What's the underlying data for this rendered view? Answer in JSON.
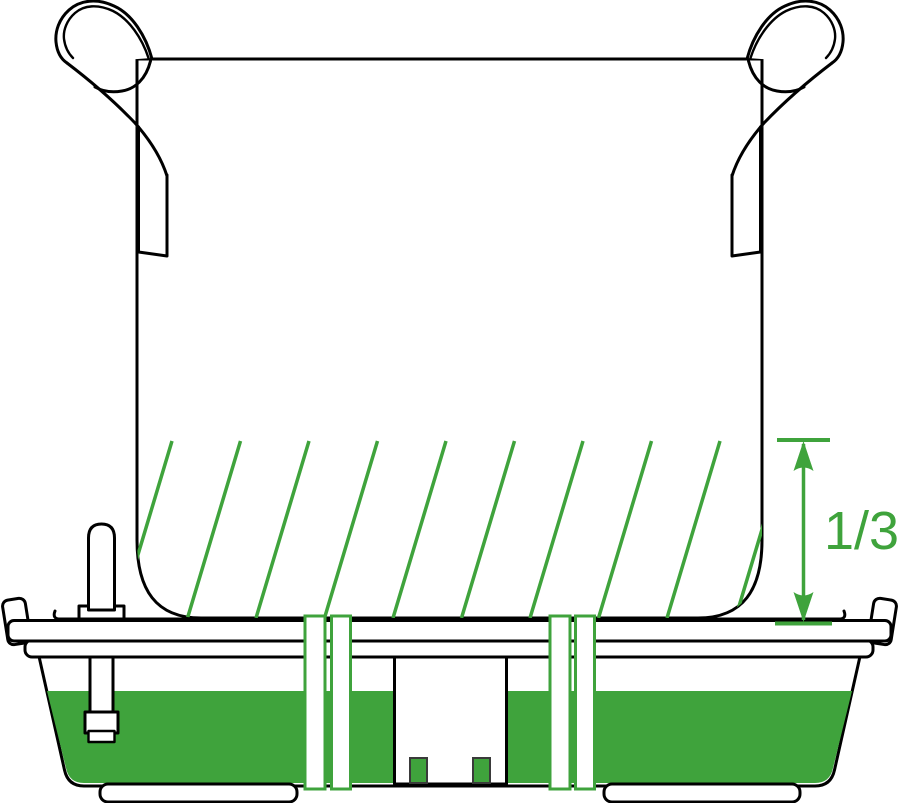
{
  "diagram": {
    "dimension_annotation": {
      "label": "1/3"
    },
    "colors": {
      "green": "#3fa33c",
      "outline": "#000000",
      "background": "#ffffff"
    },
    "hatch_lines": {
      "count": 10,
      "style": "diagonal",
      "meaning": "water absorbed in lower third of grow bag"
    },
    "parts": [
      "grow-bag",
      "grow-bag-left-handle",
      "grow-bag-right-handle",
      "absorbed-water-hatching",
      "fill-level-dimension-arrow",
      "tray-lid-platform",
      "water-reservoir-tray",
      "reservoir-water-fill",
      "water-level-indicator-float",
      "wicking-slot-strips",
      "center-well",
      "well-feet-blocks",
      "tray-feet",
      "tray-handle-tabs"
    ]
  }
}
